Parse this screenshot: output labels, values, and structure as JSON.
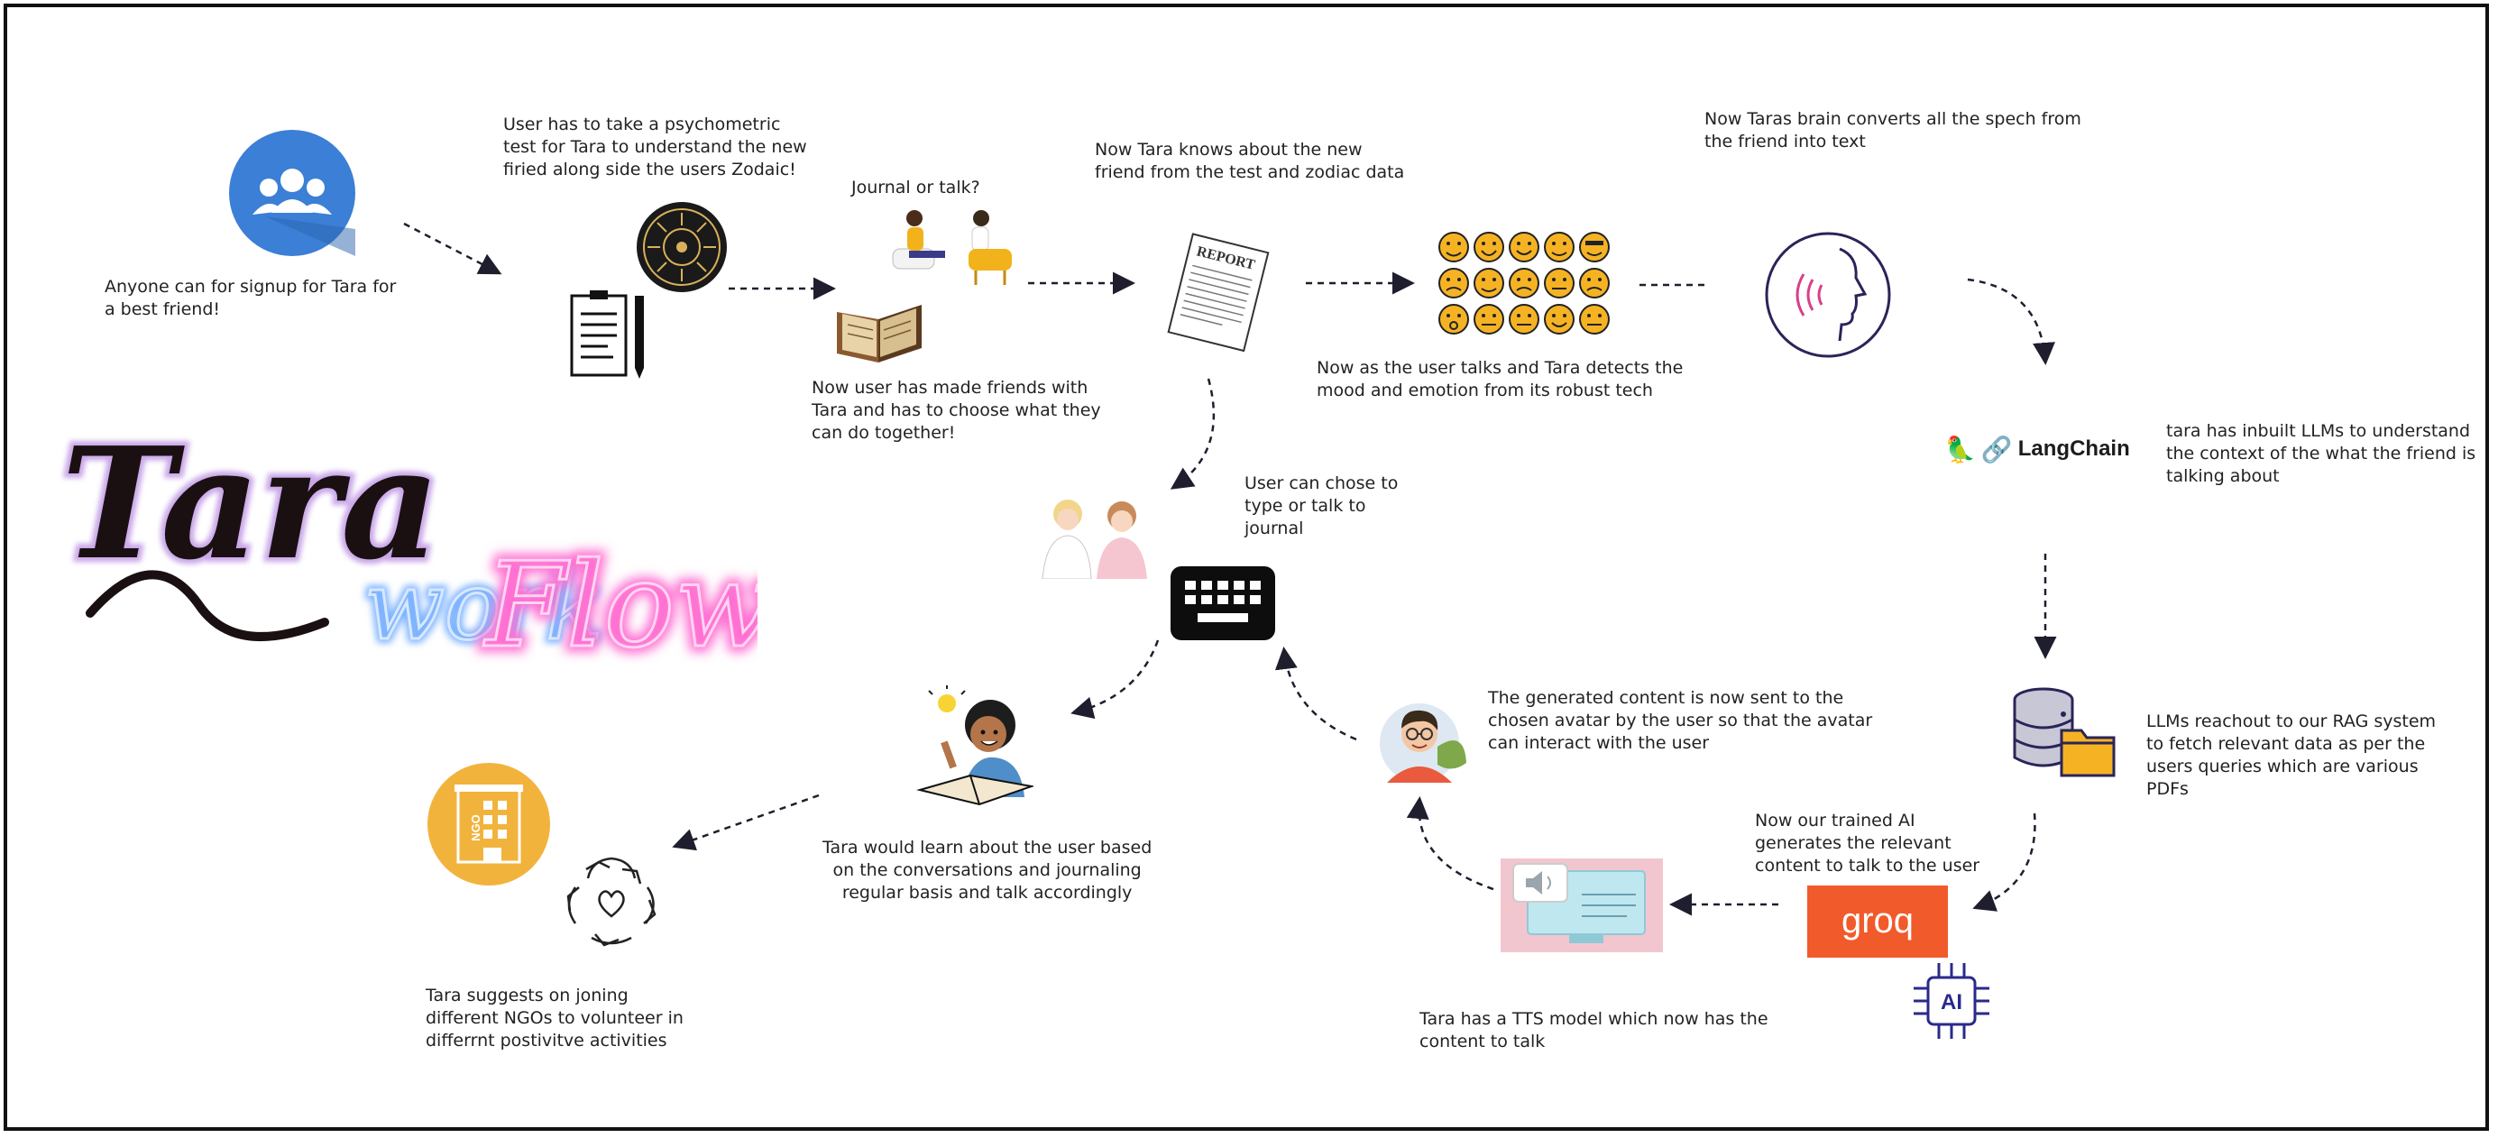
{
  "steps": {
    "signup": "Anyone can for signup for Tara for\na best friend!",
    "psych_test": "User has to take a psychometric\ntest for Tara to understand the new\nfiried along side the users Zodaic!",
    "journal_or_talk": "Journal or talk?",
    "made_friends": "Now user has made friends with\nTara and has to choose what they\ncan do together!",
    "knows_friend": "Now Tara knows about the new\nfriend from the test and zodiac data",
    "mood_detect": "Now as the user talks and Tara detects the\nmood and emotion from its robust tech",
    "speech_to_text": "Now Taras brain converts all the spech from\nthe friend into text",
    "llm_context": "tara has inbuilt LLMs to understand\nthe context of the what the friend is\ntalking about",
    "rag": "LLMs reachout to our RAG system\nto fetch relevant data as per the\nusers queries which are various\nPDFs",
    "trained_ai": "Now our trained AI\ngenerates the relevant\ncontent to talk to the user",
    "tts": "Tara has a TTS model which now has the\ncontent to talk",
    "avatar": "The generated content is now sent to the\nchosen avatar by the user so that the avatar\ncan interact with the user",
    "type_or_talk": "User can chose to\ntype or talk to\njournal",
    "learn_user": "Tara would learn about the user based\non the conversations and journaling\nregular basis and talk accordingly",
    "ngo": "Tara suggests on joning\ndifferent NGOs to volunteer in\ndifferrnt postivitve activities"
  },
  "logos": {
    "langchain": "LangChain",
    "groq": "groq",
    "ai_chip": "AI",
    "report": "REPORT",
    "ngo_sign": "NGO",
    "tara_script": "Tara",
    "work": "work",
    "flow": "Flow"
  },
  "colors": {
    "blue_circle": "#3b7fd6",
    "gold_circle": "#f2b33d",
    "groq_orange": "#f15a2b",
    "arrow": "#1e1e2e"
  }
}
